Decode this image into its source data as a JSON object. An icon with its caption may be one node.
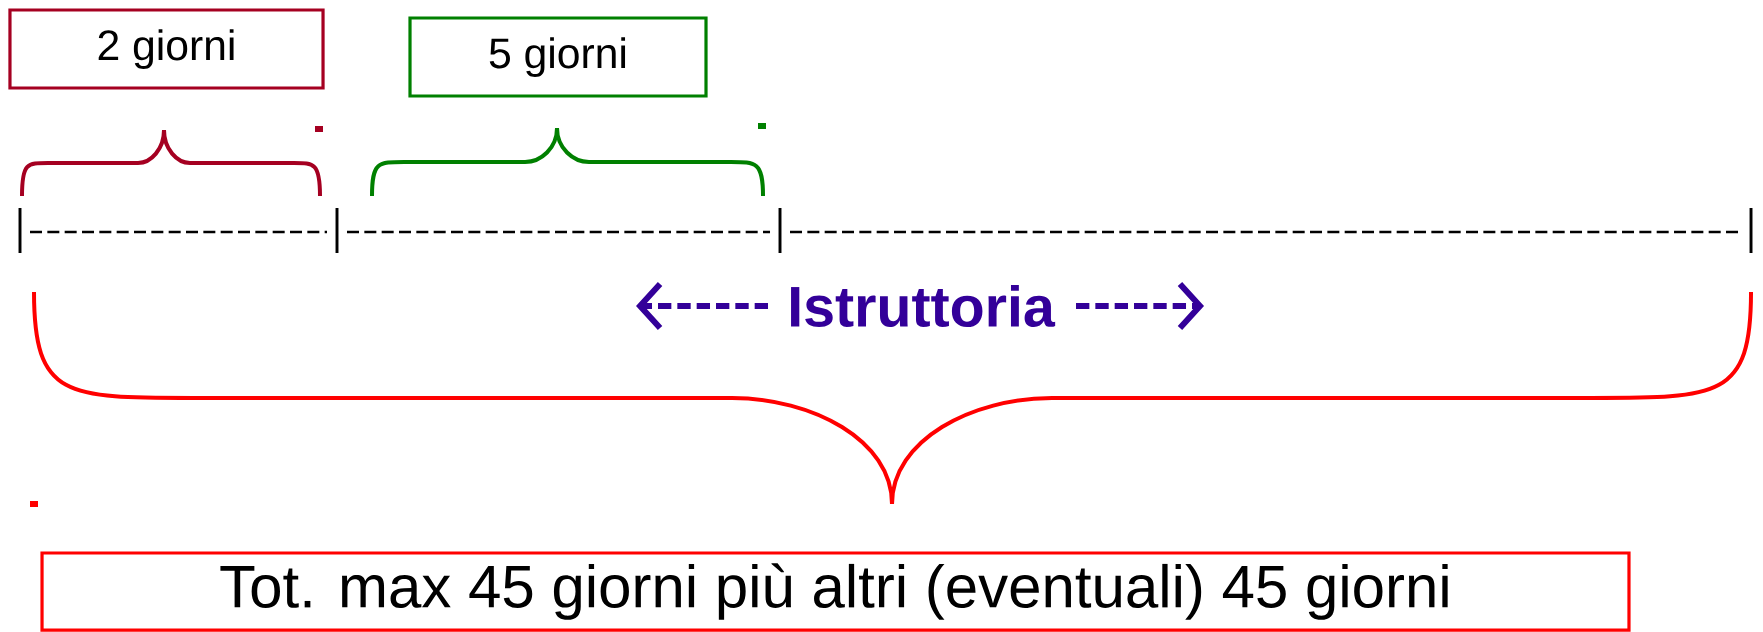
{
  "diagram": {
    "nodes": [
      {
        "text": [
          "2 giorni"
        ]
      },
      {
        "text": [
          "5 giorni"
        ]
      },
      {
        "text": [
          "Tot. max 45 giorni più altri (eventuali) 45 giorni"
        ]
      }
    ],
    "labels": [
      "Istruttoria"
    ]
  }
}
